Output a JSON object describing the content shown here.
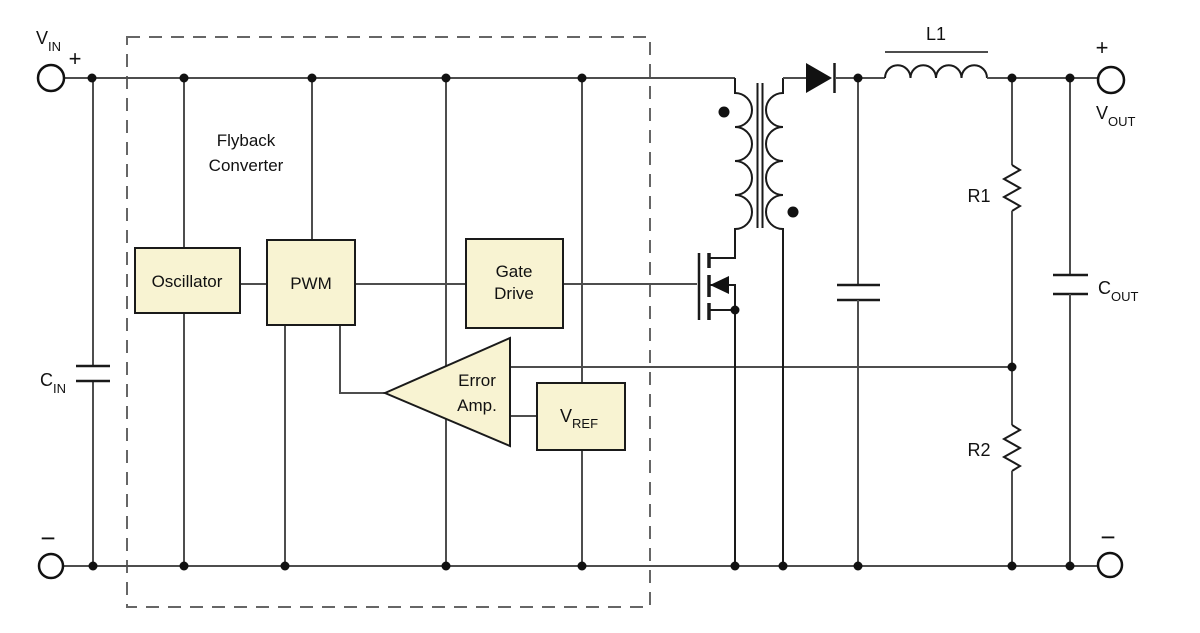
{
  "diagram": {
    "boundary_label": {
      "line1": "Flyback",
      "line2": "Converter"
    },
    "blocks": {
      "oscillator": "Oscillator",
      "pwm": "PWM",
      "gate_drive_line1": "Gate",
      "gate_drive_line2": "Drive",
      "error_amp_line1": "Error",
      "error_amp_line2": "Amp.",
      "vref_main": "V",
      "vref_sub": "REF"
    },
    "terminals": {
      "vin_main": "V",
      "vin_sub": "IN",
      "vin_plus": "+",
      "vout_main": "V",
      "vout_sub": "OUT",
      "vout_plus": "+",
      "minus_left": "−",
      "minus_right": "−"
    },
    "components": {
      "cin_main": "C",
      "cin_sub": "IN",
      "cout_main": "C",
      "cout_sub": "OUT",
      "l1": "L1",
      "r1": "R1",
      "r2": "R2"
    },
    "colors": {
      "block_fill": "#f8f3d2",
      "wire": "#4d4d4d",
      "outline": "#1a1a1a"
    }
  }
}
